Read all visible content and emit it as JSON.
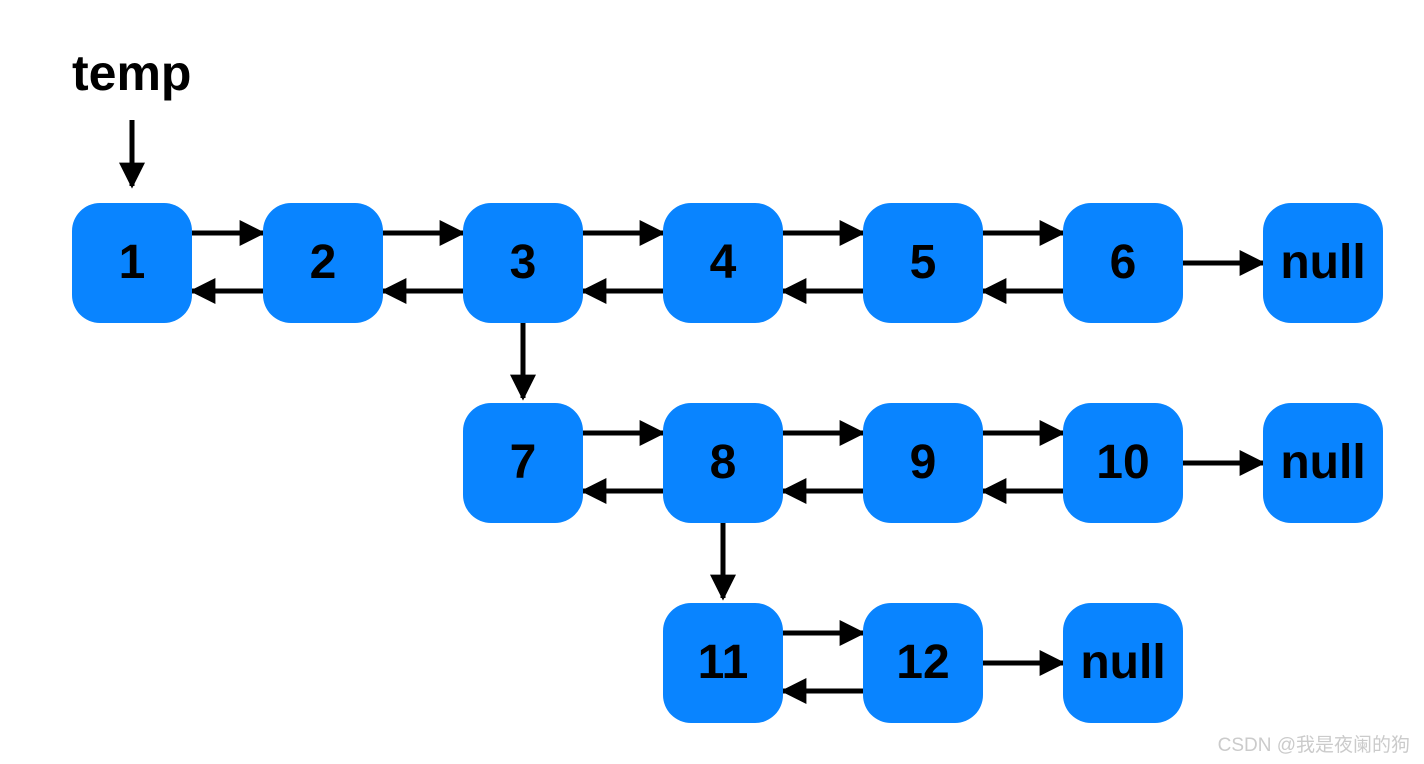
{
  "pointer": {
    "label": "temp",
    "points_to": "1"
  },
  "list": {
    "rows": [
      {
        "nodes": [
          "1",
          "2",
          "3",
          "4",
          "5",
          "6"
        ],
        "terminator": "null"
      },
      {
        "nodes": [
          "7",
          "8",
          "9",
          "10"
        ],
        "terminator": "null"
      },
      {
        "nodes": [
          "11",
          "12"
        ],
        "terminator": "null"
      }
    ],
    "links": {
      "doubly_linked_pairs": [
        [
          "1",
          "2"
        ],
        [
          "2",
          "3"
        ],
        [
          "3",
          "4"
        ],
        [
          "4",
          "5"
        ],
        [
          "5",
          "6"
        ],
        [
          "7",
          "8"
        ],
        [
          "8",
          "9"
        ],
        [
          "9",
          "10"
        ],
        [
          "11",
          "12"
        ]
      ],
      "null_links": [
        [
          "6",
          "null"
        ],
        [
          "10",
          "null"
        ],
        [
          "12",
          "null"
        ]
      ],
      "child_links": [
        {
          "from": "3",
          "to": "7"
        },
        {
          "from": "8",
          "to": "11"
        }
      ]
    }
  },
  "colors": {
    "node_fill": "#0984ff",
    "arrow": "#000000",
    "node_text": "#000000",
    "watermark_text": "#cbcbcb"
  },
  "watermark": {
    "text": "CSDN @我是夜阑的狗"
  }
}
